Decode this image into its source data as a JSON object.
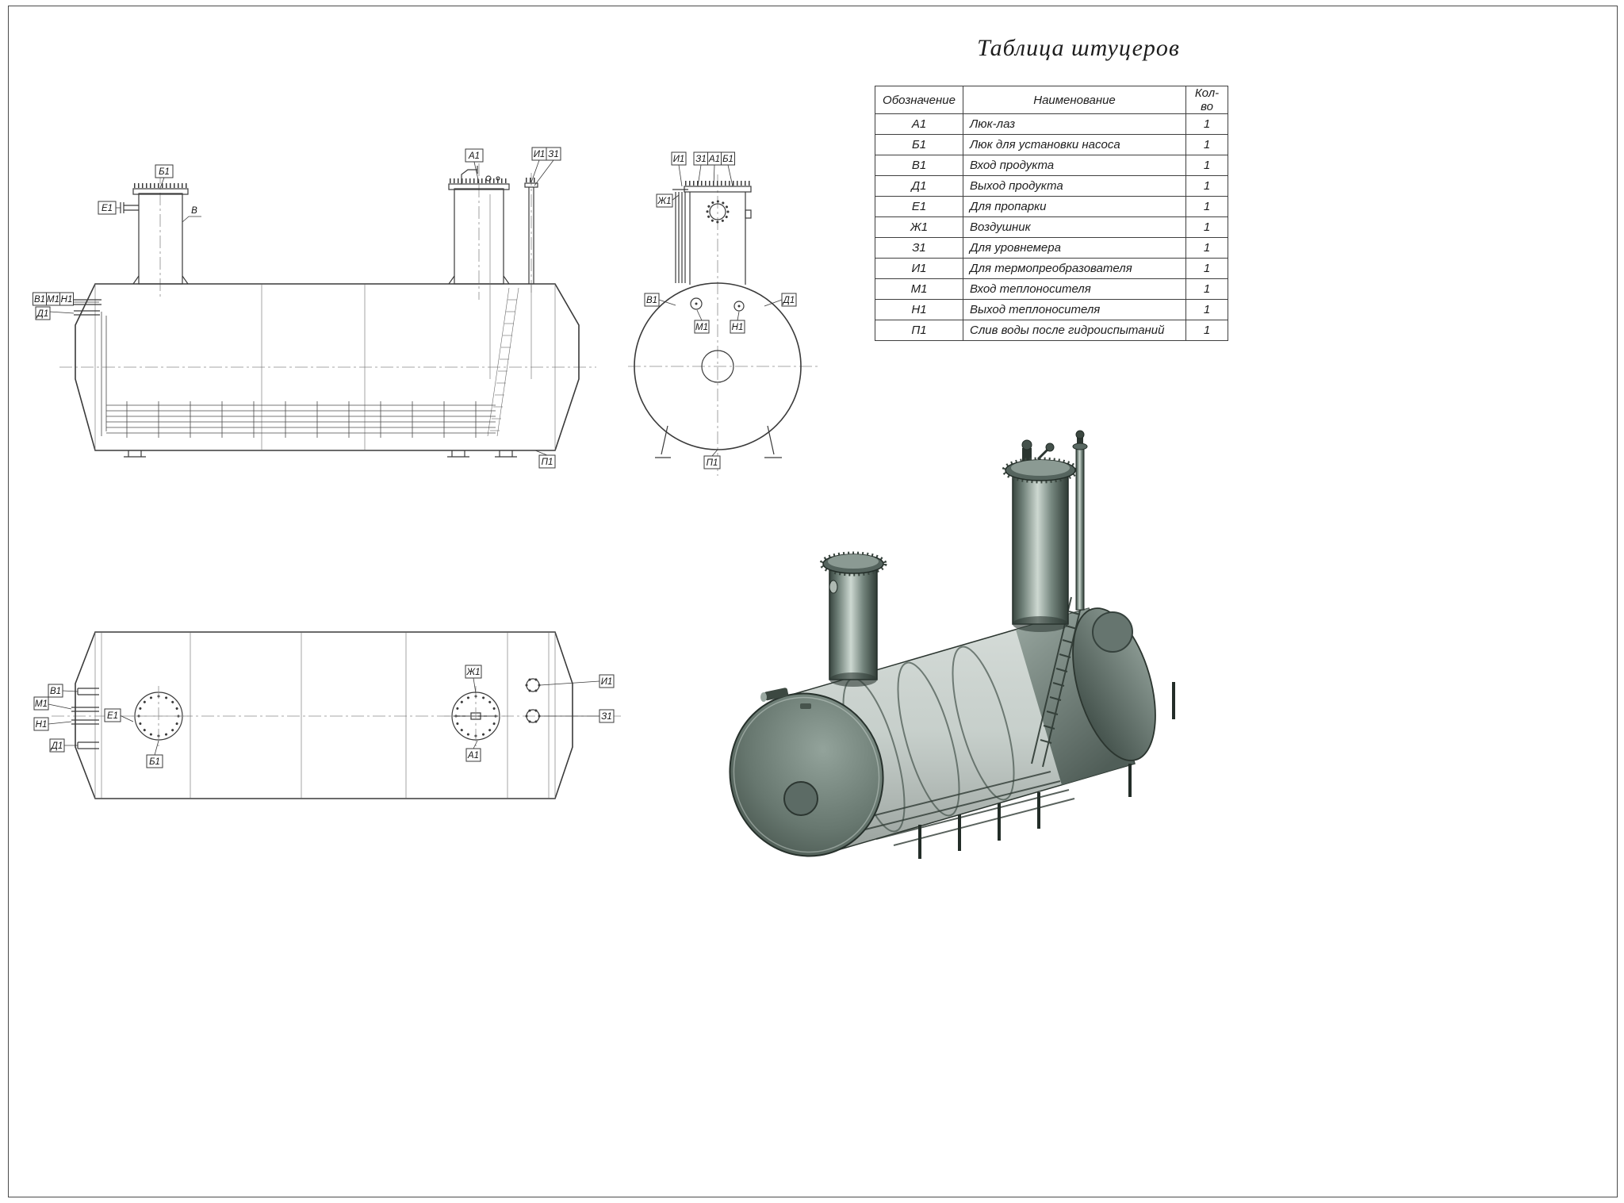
{
  "sheet": {
    "title": "Таблица штуцеров"
  },
  "table": {
    "headers": [
      "Обозначение",
      "Наименование",
      "Кол-во"
    ],
    "rows": [
      [
        "А1",
        "Люк-лаз",
        "1"
      ],
      [
        "Б1",
        "Люк для установки насоса",
        "1"
      ],
      [
        "В1",
        "Вход продукта",
        "1"
      ],
      [
        "Д1",
        "Выход продукта",
        "1"
      ],
      [
        "Е1",
        "Для пропарки",
        "1"
      ],
      [
        "Ж1",
        "Воздушник",
        "1"
      ],
      [
        "З1",
        "Для уровнемера",
        "1"
      ],
      [
        "И1",
        "Для термопреобразователя",
        "1"
      ],
      [
        "М1",
        "Вход теплоносителя",
        "1"
      ],
      [
        "Н1",
        "Выход теплоносителя",
        "1"
      ],
      [
        "П1",
        "Слив воды после гидроиспытаний",
        "1"
      ]
    ]
  },
  "nozzles": {
    "a1": "А1",
    "b1": "Б1",
    "v1": "В1",
    "d1": "Д1",
    "e1": "Е1",
    "zh1": "Ж1",
    "z1": "З1",
    "i1": "И1",
    "m1": "М1",
    "n1": "Н1",
    "p1": "П1",
    "v": "В"
  },
  "colors": {
    "line": "#3a3a3a",
    "render_dark": "#39453f",
    "render_mid": "#6b7a74",
    "render_light": "#c9d4cd"
  }
}
